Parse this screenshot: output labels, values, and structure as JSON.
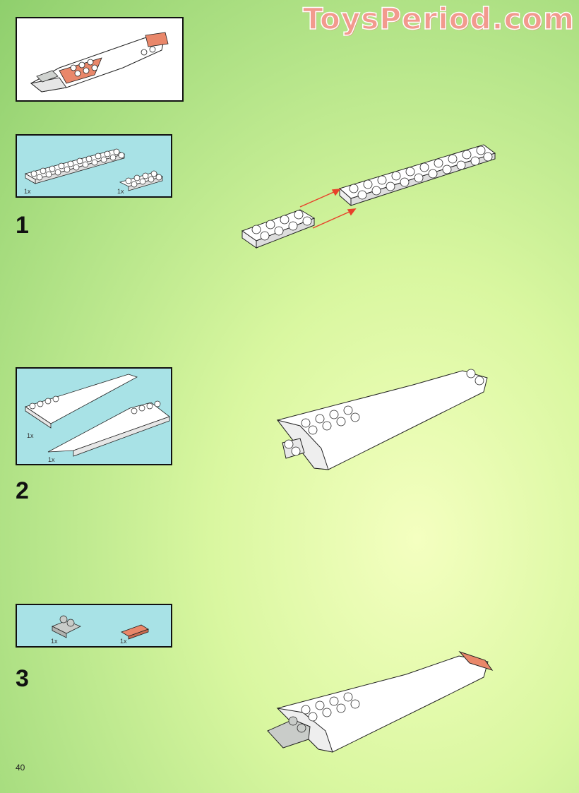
{
  "watermark": "ToysPeriod.com",
  "page_number": "40",
  "steps": [
    {
      "number": "1",
      "parts": [
        {
          "qty": "1x"
        },
        {
          "qty": "1x"
        }
      ]
    },
    {
      "number": "2",
      "parts": [
        {
          "qty": "1x"
        },
        {
          "qty": "1x"
        }
      ]
    },
    {
      "number": "3",
      "parts": [
        {
          "qty": "1x"
        },
        {
          "qty": "1x"
        }
      ]
    }
  ],
  "colors": {
    "connector_arrow": "#e8412a",
    "salmon_tile": "#e9876a",
    "parts_box_bg": "#a8e2e6",
    "gray_slope": "#c9ccc9"
  }
}
